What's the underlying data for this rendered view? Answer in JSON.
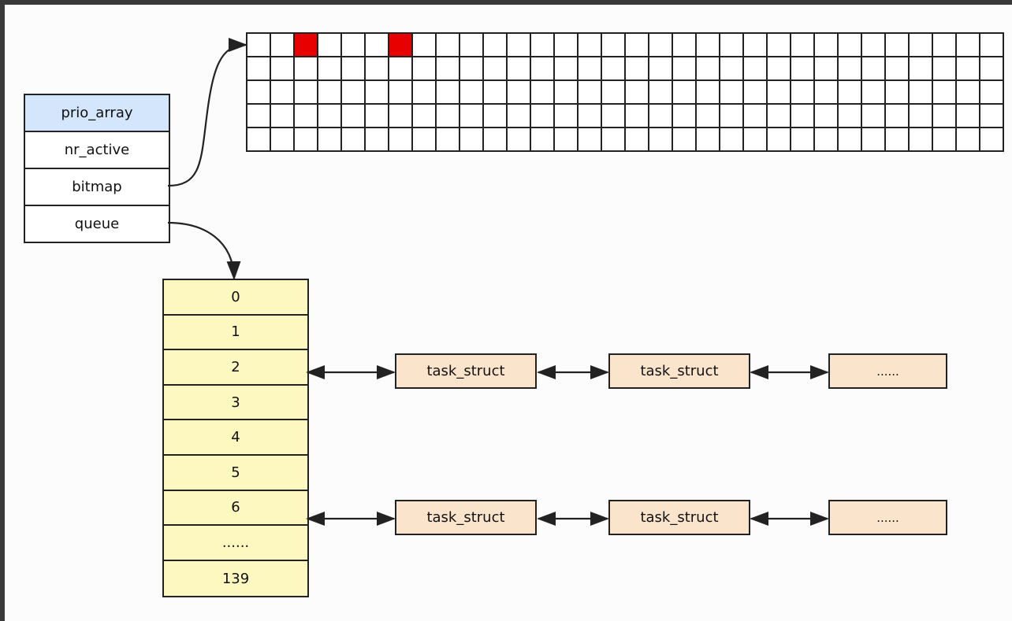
{
  "prio_array": {
    "fields": [
      "prio_array",
      "nr_active",
      "bitmap",
      "queue"
    ]
  },
  "bitmap": {
    "rows": 5,
    "columns": 32,
    "set_bits": [
      2,
      6
    ],
    "set_color": "#e60000"
  },
  "queue": {
    "slots": [
      "0",
      "1",
      "2",
      "3",
      "4",
      "5",
      "6",
      "......",
      "139"
    ]
  },
  "task_lists": [
    {
      "slot": "2",
      "nodes": [
        "task_struct",
        "task_struct",
        "......"
      ]
    },
    {
      "slot": "6",
      "nodes": [
        "task_struct",
        "task_struct",
        "......"
      ]
    }
  ],
  "colors": {
    "header_fill": "#d4e6fb",
    "queue_fill": "#fdf8c0",
    "task_fill": "#fbe4cc"
  }
}
